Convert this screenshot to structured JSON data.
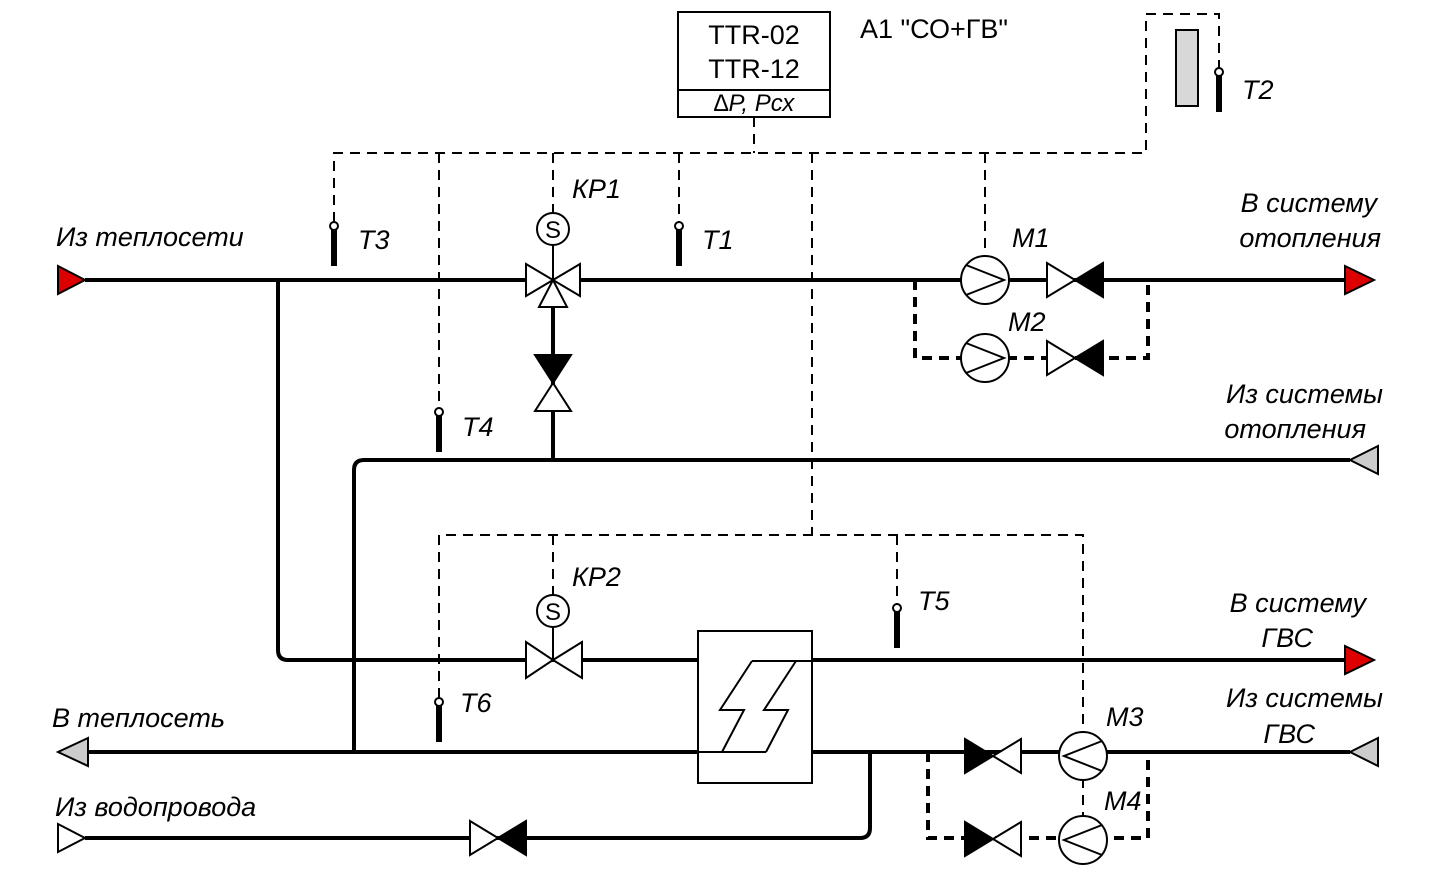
{
  "controller": {
    "model_line1": "TTR-02",
    "model_line2": "TTR-12",
    "inputs": "∆P, Pсх",
    "title": "А1 \"СО+ГВ\""
  },
  "pipes": {
    "from_heat_network": "Из теплосети",
    "to_heating_line1": "В систему",
    "to_heating_line2": "отопления",
    "from_heating_line1": "Из системы",
    "from_heating_line2": "отопления",
    "to_dhw_line1": "В систему",
    "to_dhw_line2": "ГВС",
    "from_dhw_line1": "Из системы",
    "from_dhw_line2": "ГВС",
    "to_heat_network": "В теплосеть",
    "from_water_supply": "Из водопровода"
  },
  "sensors": {
    "t1": "T1",
    "t2": "T2",
    "t3": "T3",
    "t4": "T4",
    "t5": "T5",
    "t6": "T6"
  },
  "valves": {
    "kp1": "КР1",
    "kp2": "КР2",
    "actuator_symbol": "S"
  },
  "pumps": {
    "m1": "M1",
    "m2": "M2",
    "m3": "M3",
    "m4": "M4"
  },
  "colors": {
    "supply_arrow": "#dd0000",
    "return_arrow": "#cccccc",
    "outdoor_sensor": "#d8d8d8"
  }
}
